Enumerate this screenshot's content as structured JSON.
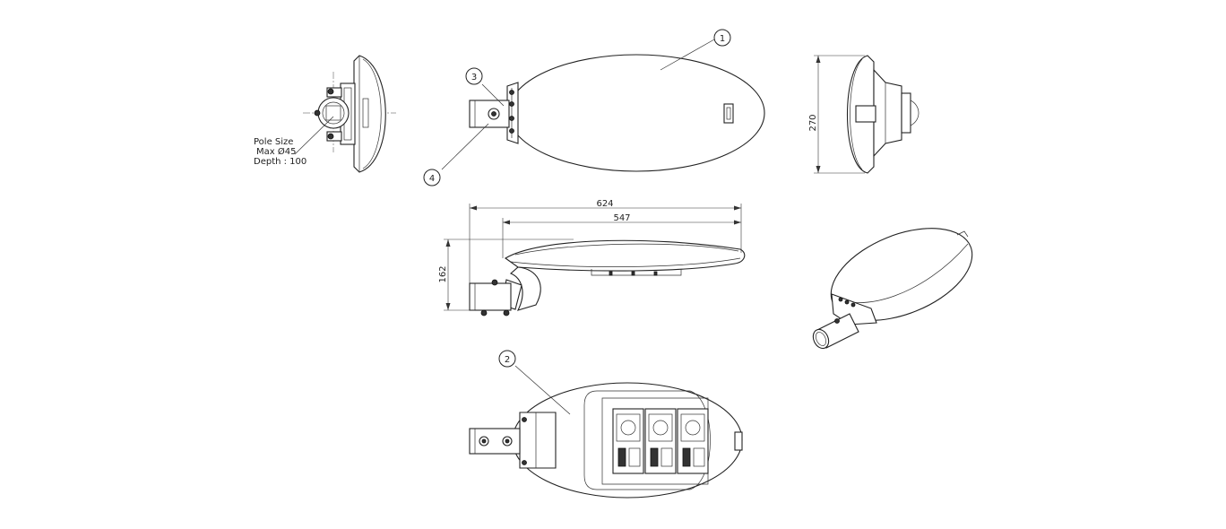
{
  "balloons": {
    "b1": "1",
    "b2": "2",
    "b3": "3",
    "b4": "4"
  },
  "pole_note": {
    "line1": "Pole Size",
    "line2": "Max Ø45",
    "line3": "Depth : 100"
  },
  "dimensions": {
    "overall_length": "624",
    "housing_length": "547",
    "height": "162",
    "width": "270"
  }
}
